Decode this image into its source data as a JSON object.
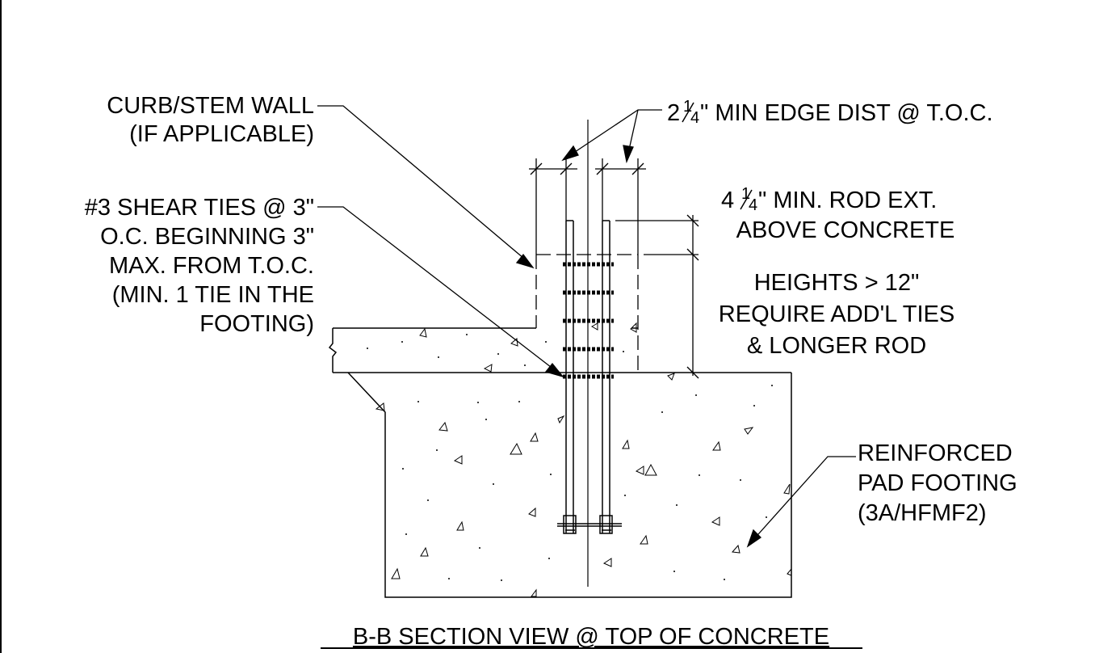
{
  "labels": {
    "curb_line1": "CURB/STEM WALL",
    "curb_line2": "(IF APPLICABLE)",
    "shear_line1": "#3 SHEAR TIES @ 3\"",
    "shear_line2": "O.C. BEGINNING 3\"",
    "shear_line3": "MAX. FROM T.O.C.",
    "shear_line4": "(MIN. 1 TIE IN THE",
    "shear_line5": "FOOTING)",
    "edge_dist_whole": "2",
    "edge_dist_num": "1",
    "edge_dist_den": "4",
    "edge_dist_rest": "\" MIN EDGE DIST @ T.O.C.",
    "rod_ext_whole": "4",
    "rod_ext_num": "1",
    "rod_ext_den": "4",
    "rod_ext_rest": "\" MIN. ROD EXT.",
    "rod_ext_line2": "ABOVE CONCRETE",
    "heights_line1": "HEIGHTS > 12\"",
    "heights_line2": "REQUIRE ADD'L TIES",
    "heights_line3": "& LONGER ROD",
    "pad_line1": "REINFORCED",
    "pad_line2": "PAD FOOTING",
    "pad_line3": "(3A/HFMF2)"
  },
  "title": "B-B SECTION VIEW @ TOP OF CONCRETE"
}
